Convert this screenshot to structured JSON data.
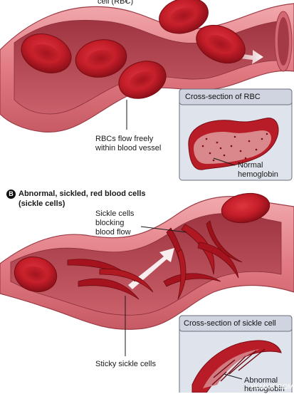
{
  "section_a": {
    "top_label": "cell (RBC)",
    "flow_label_line1": "RBCs flow freely",
    "flow_label_line2": "within blood vessel",
    "inset_title": "Cross-section of RBC",
    "inset_label_line1": "Normal",
    "inset_label_line2": "hemoglobin"
  },
  "section_b": {
    "badge": "B",
    "title_line1": "Abnormal, sickled, red blood cells",
    "title_line2": "(sickle cells)",
    "blocking_line1": "Sickle cells",
    "blocking_line2": "blocking",
    "blocking_line3": "blood flow",
    "sticky_label": "Sticky sickle cells",
    "inset_title": "Cross-section of sickle cell",
    "inset_label_line1": "Abnormal",
    "inset_label_line2": "hemoglobin"
  },
  "watermark": "HLMXK.COM",
  "colors": {
    "vessel_wall": "#e07c84",
    "vessel_inner": "#b8454f",
    "rbc": "#c8202b",
    "rbc_dark": "#8e1019",
    "inset_bg": "#dfe3ec",
    "inset_title_bg": "#cfd4e0"
  }
}
